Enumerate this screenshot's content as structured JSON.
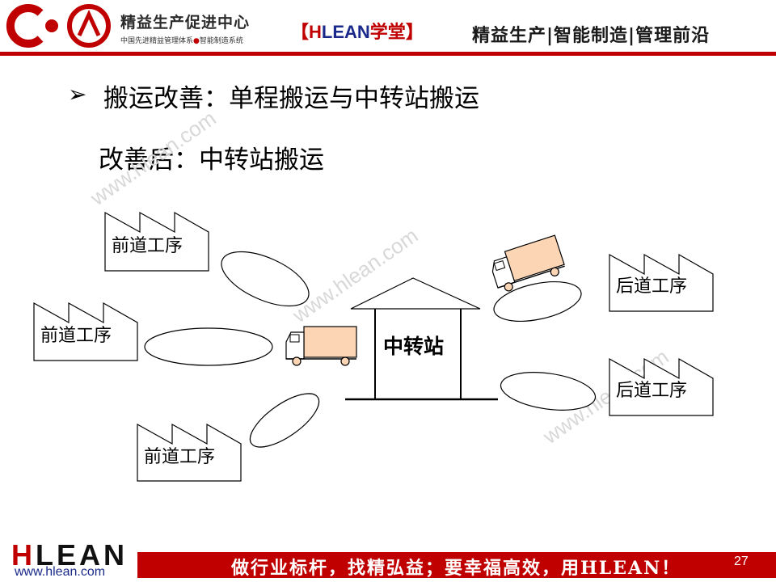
{
  "header": {
    "brand_name": "精益生产促进中心",
    "brand_sub_1": "中国先进精益管理体系",
    "brand_sub_dot": "●",
    "brand_sub_2": "智能制造系统",
    "tag_open": "【",
    "tag_h": "H",
    "tag_lean": "LEAN",
    "tag_xt": "学堂",
    "tag_close": "】",
    "slogan": "精益生产|智能制造|管理前沿",
    "accent_color": "#c00000"
  },
  "content": {
    "bullet": "➢",
    "title": "搬运改善：单程搬运与中转站搬运",
    "subtitle": "改善后：中转站搬运"
  },
  "diagram": {
    "station_label": "中转站",
    "upstream_label_1": "前道工序",
    "upstream_label_2": "前道工序",
    "upstream_label_3": "前道工序",
    "downstream_label_1": "后道工序",
    "downstream_label_2": "后道工序",
    "truck_color": "#fcd5b4",
    "watermark": "www.hlean.com"
  },
  "footer": {
    "logo_h": "H",
    "logo_rest": "LEAN",
    "url": "www.hlean.com",
    "motto": "做行业标杆，找精弘益；要幸福高效，用HLEAN！",
    "page": "27"
  }
}
